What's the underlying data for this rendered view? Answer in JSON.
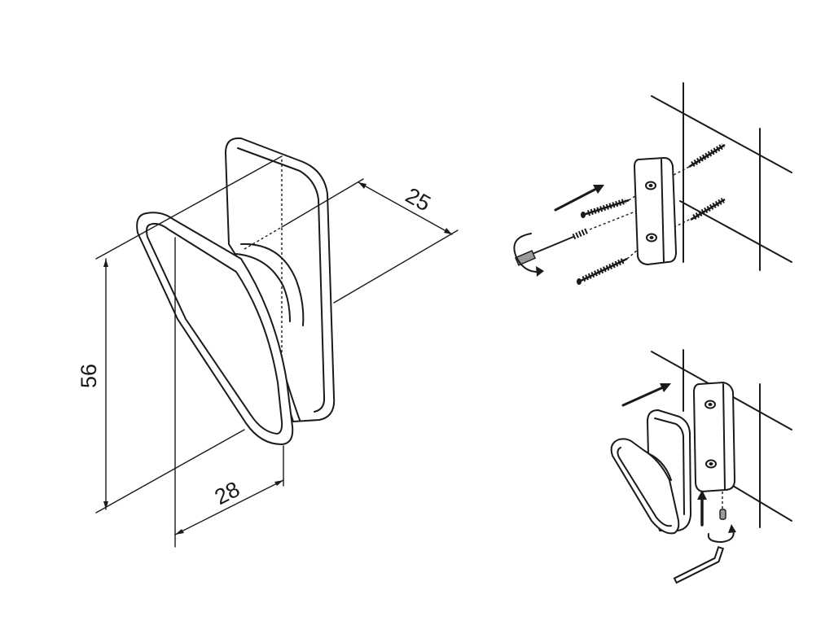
{
  "dimensions": {
    "depth": "25",
    "height": "56",
    "width": "28"
  },
  "colors": {
    "line": "#1a1a1a",
    "background": "#ffffff"
  }
}
